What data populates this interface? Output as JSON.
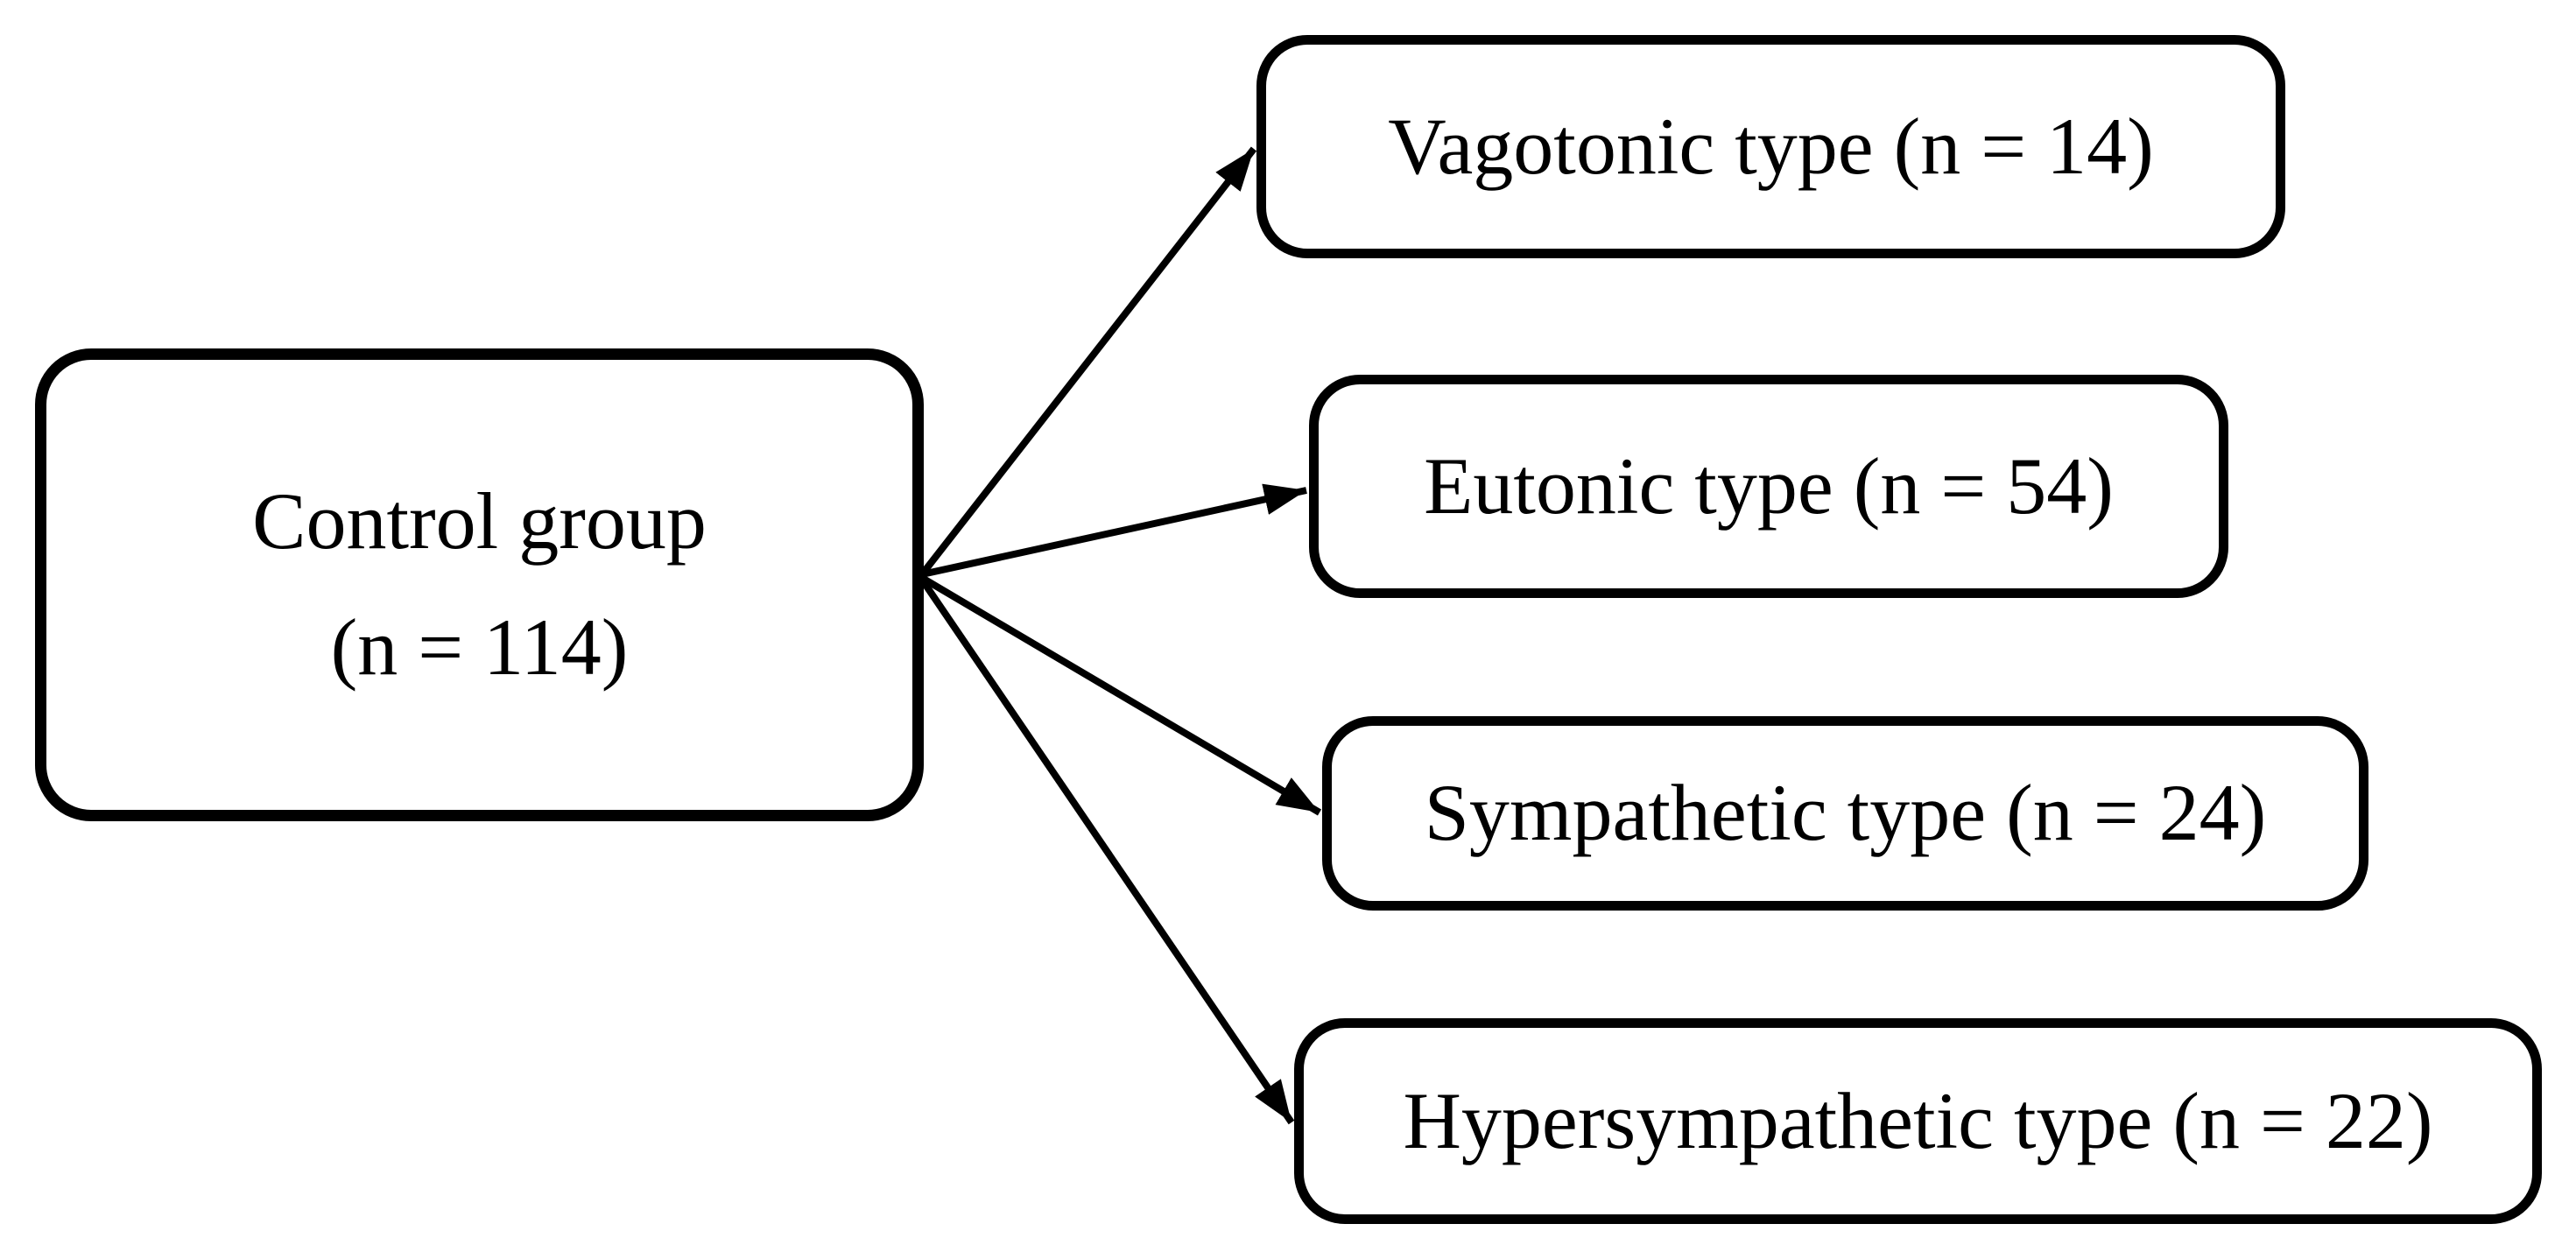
{
  "figure": {
    "type": "flowchart",
    "background_color": "#ffffff",
    "stroke_color": "#000000",
    "text_color": "#000000",
    "root_node": {
      "title": "Control group",
      "count": "(n = 114)"
    },
    "branches": [
      {
        "label": "Vagotonic type (n = 14)"
      },
      {
        "label": "Eutonic type (n = 54)"
      },
      {
        "label": "Sympathetic type (n = 24)"
      },
      {
        "label": "Hypersympathetic type (n = 22)"
      }
    ],
    "edges": [
      {
        "from": "Control group (n = 114)",
        "to": "Vagotonic type (n = 14)"
      },
      {
        "from": "Control group (n = 114)",
        "to": "Eutonic type (n = 54)"
      },
      {
        "from": "Control group (n = 114)",
        "to": "Sympathetic type (n = 24)"
      },
      {
        "from": "Control group (n = 114)",
        "to": "Hypersympathetic type (n = 22)"
      }
    ]
  }
}
